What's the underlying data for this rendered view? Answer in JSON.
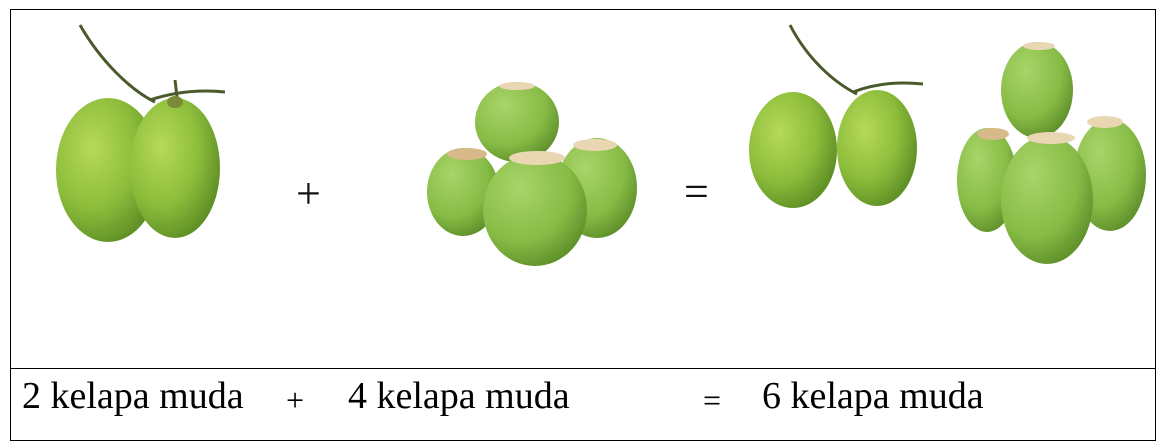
{
  "equation": {
    "plus_symbol": "+",
    "equals_symbol": "="
  },
  "caption": {
    "term1": "2 kelapa muda",
    "plus": "+",
    "term2": "4 kelapa muda",
    "equals": "=",
    "result": "6 kelapa muda"
  },
  "colors": {
    "coconut_green": "#8cbc3a",
    "coconut_dark": "#5f8f25",
    "coconut_cut": "#e9d7b4"
  }
}
